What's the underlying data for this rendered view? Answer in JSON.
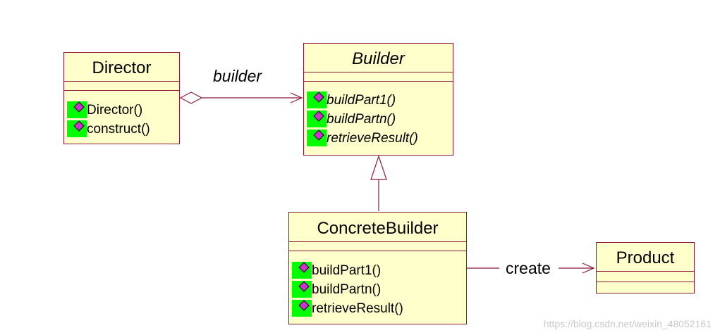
{
  "colors": {
    "class_fill": "#ffffcc",
    "border": "#8b1a3a",
    "operation_badge": "#00ff00",
    "operation_diamond": "#cc33cc"
  },
  "icons": {
    "operation": "public-operation-icon"
  },
  "classes": {
    "director": {
      "name": "Director",
      "abstract": false,
      "operations": [
        "Director()",
        "construct()"
      ]
    },
    "builder": {
      "name": "Builder",
      "abstract": true,
      "operations": [
        "buildPart1()",
        "buildPartn()",
        "retrieveResult()"
      ]
    },
    "concrete_builder": {
      "name": "ConcreteBuilder",
      "abstract": false,
      "operations": [
        "buildPart1()",
        "buildPartn()",
        "retrieveResult()"
      ]
    },
    "product": {
      "name": "Product",
      "abstract": false,
      "operations": []
    }
  },
  "relationships": {
    "aggregation": {
      "from": "Director",
      "to": "Builder",
      "label": "builder"
    },
    "generalization": {
      "from": "ConcreteBuilder",
      "to": "Builder"
    },
    "dependency": {
      "from": "ConcreteBuilder",
      "to": "Product",
      "label": "create"
    }
  },
  "watermark": "https://blog.csdn.net/weixin_48052161"
}
